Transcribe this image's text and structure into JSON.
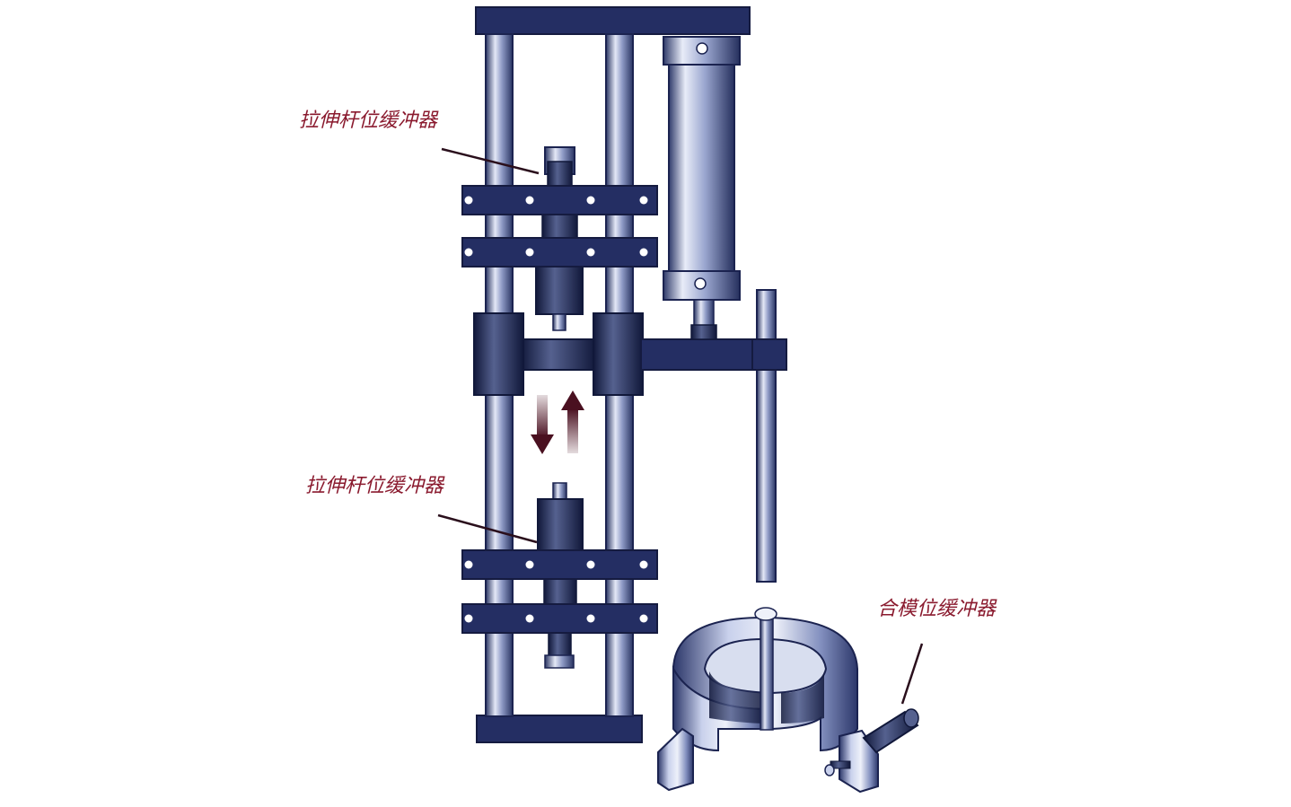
{
  "labels": {
    "upper_buffer": "拉伸杆位缓冲器",
    "lower_buffer": "拉伸杆位缓冲器",
    "mold_buffer": "合模位缓冲器"
  },
  "colors": {
    "label_text": "#8a1a2e",
    "navy": "#1f2a5a",
    "steel_dark": "#2a3563",
    "steel_light": "#e4e8f6",
    "arrow": "#4a1020",
    "leader": "#2a0f1c"
  },
  "icons": {
    "down_arrow": "arrow-down-icon",
    "up_arrow": "arrow-up-icon"
  }
}
